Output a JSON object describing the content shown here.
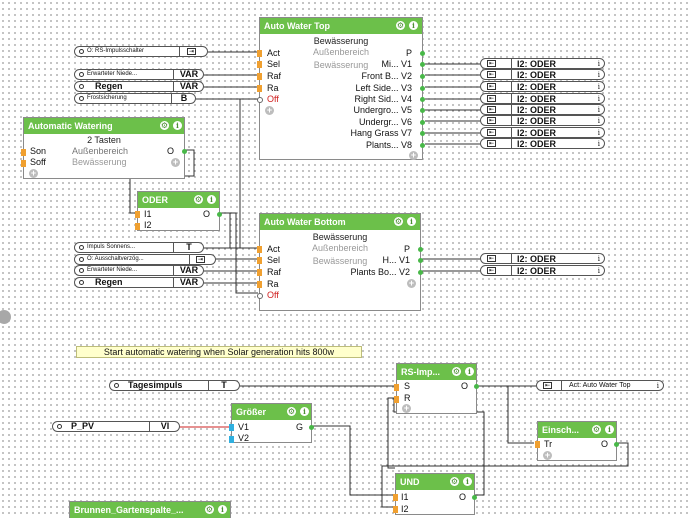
{
  "colors": {
    "header": "#6cc04a",
    "pin_in": "#f0a030",
    "pin_in_blue": "#2fb0e0",
    "pin_out": "#48b848",
    "note": "#ffffcc",
    "wire_red": "#cc2020"
  },
  "icons": {
    "gear": "gear-icon",
    "info": "info-icon",
    "add": "plus-icon",
    "connector": "connector-icon"
  },
  "awt": {
    "title": "Auto Water Top",
    "sub1": "Bewässerung",
    "sub2": "Außenbereich",
    "sub3": "Bewässerung",
    "inputs": [
      "Act",
      "Sel",
      "Raf",
      "Ra",
      "Off"
    ],
    "outputs": [
      "P",
      "Mi... V1",
      "Front B... V2",
      "Left Side... V3",
      "Right Sid... V4",
      "Undergro... V5",
      "Undergr... V6",
      "Hang Grass V7",
      "Plants... V8"
    ]
  },
  "awb": {
    "title": "Auto Water Bottom",
    "sub1": "Bewässerung",
    "sub2": "Außenbereich",
    "sub3": "Bewässerung",
    "inputs": [
      "Act",
      "Sel",
      "Raf",
      "Ra",
      "Off"
    ],
    "outputs": [
      "P",
      "H... V1",
      "Plants Bo... V2"
    ]
  },
  "aw": {
    "title": "Automatic Watering",
    "sub1": "2 Tasten",
    "inputs": [
      "Son",
      "Soff"
    ],
    "o_label": "O",
    "sub2": "Außenbereich",
    "sub3": "Bewässerung"
  },
  "oder": {
    "title": "ODER",
    "inputs": [
      "I1",
      "I2"
    ],
    "output": "O"
  },
  "rsimp": {
    "title": "RS-Imp...",
    "inputs": [
      "S",
      "R"
    ],
    "output": "O"
  },
  "groesser": {
    "title": "Größer",
    "inputs": [
      "V1",
      "V2"
    ],
    "output": "G"
  },
  "einsch": {
    "title": "Einsch...",
    "inputs": [
      "Tr"
    ],
    "output": "O"
  },
  "und": {
    "title": "UND",
    "inputs": [
      "I1",
      "I2"
    ],
    "output": "O"
  },
  "brunnen": {
    "title": "Brunnen_Gartenspalte_..."
  },
  "top_in_tags": [
    {
      "text": "O: RS-Impulsschalter",
      "value": ""
    },
    {
      "text": "Erwarteter Niede...",
      "value": "VAR"
    },
    {
      "text": "Regen",
      "value": "VAR"
    },
    {
      "text": "Frostsicherung",
      "value": "B"
    }
  ],
  "bottom_in_tags": [
    {
      "text": "Impuls Sonnens...",
      "value": "T"
    },
    {
      "text": "O: Ausschaltverzög...",
      "value": ""
    },
    {
      "text": "Erwarteter Niede...",
      "value": "VAR"
    },
    {
      "text": "Regen",
      "value": "VAR"
    }
  ],
  "top_out_tags": [
    "I2: ODER",
    "I2: ODER",
    "I2: ODER",
    "I2: ODER",
    "I2: ODER",
    "I2: ODER",
    "I2: ODER",
    "I2: ODER"
  ],
  "bottom_out_tags": [
    "I2: ODER",
    "I2: ODER"
  ],
  "tagesimpuls": {
    "text": "Tagesimpuls",
    "value": "T"
  },
  "ppv": {
    "text": "P_PV",
    "value": "VI"
  },
  "act_tag": {
    "text": "Act: Auto Water Top"
  },
  "note": "Start automatic watering when Solar generation hits 800w"
}
